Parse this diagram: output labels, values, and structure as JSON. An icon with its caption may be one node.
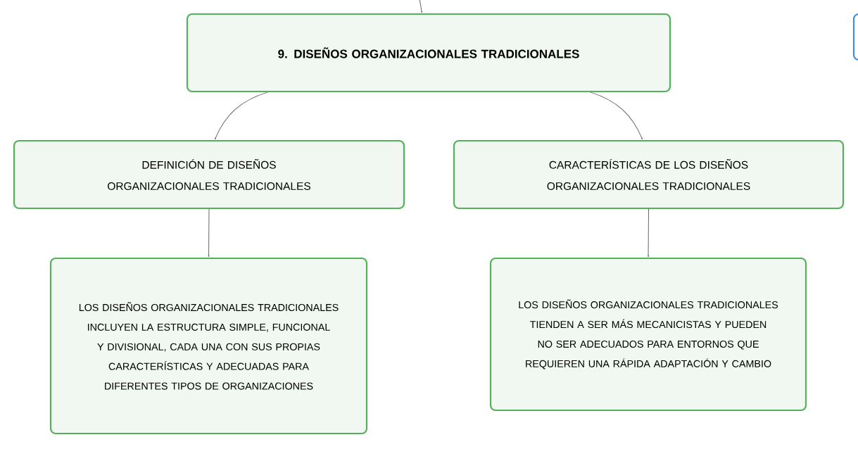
{
  "diagram": {
    "nodes": [
      {
        "text": [
          "9. DISEÑOS ORGANIZACIONALES TRADICIONALES"
        ]
      },
      {
        "text": [
          "DEFINICIÓN DE DISEÑOS ORGANIZACIONALES TRADICIONALES"
        ]
      },
      {
        "text": [
          "CARACTERÍSTICAS DE LOS DISEÑOS ORGANIZACIONALES TRADICIONALES"
        ]
      },
      {
        "text": [
          "LOS DISEÑOS ORGANIZACIONALES TRADICIONALES INCLUYEN LA ESTRUCTURA SIMPLE, FUNCIONAL Y DIVISIONAL, CADA UNA CON SUS PROPIAS CARACTERÍSTICAS Y ADECUADAS PARA DIFERENTES TIPOS DE ORGANIZACIONES"
        ]
      },
      {
        "text": [
          "LOS DISEÑOS ORGANIZACIONALES TRADICIONALES TIENDEN A SER MÁS MECANICISTAS Y PUEDEN NO SER ADECUADOS PARA ENTORNOS QUE REQUIEREN UNA RÁPIDA ADAPTACIÓN Y CAMBIO"
        ]
      },
      {
        "text": [],
        "shape": "box"
      }
    ],
    "edges": [
      {
        "from": null,
        "to": 0,
        "arrow": "to"
      },
      {
        "from": 0,
        "to": 1,
        "arrow": "to"
      },
      {
        "from": 0,
        "to": 2,
        "arrow": "to"
      },
      {
        "from": 1,
        "to": 3,
        "arrow": "to"
      },
      {
        "from": 2,
        "to": 4,
        "arrow": "to"
      }
    ]
  }
}
